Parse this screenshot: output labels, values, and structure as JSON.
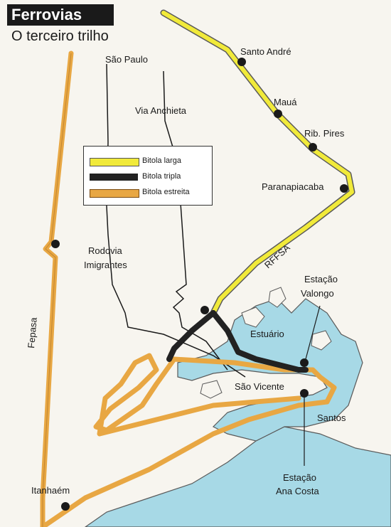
{
  "title": "Ferrovias",
  "subtitle": "O terceiro trilho",
  "legend": {
    "items": [
      {
        "label": "Bitola larga",
        "color": "#f1ea3a"
      },
      {
        "label": "Bitola tripla",
        "color": "#222222"
      },
      {
        "label": "Bitola estreita",
        "color": "#e8a743"
      }
    ]
  },
  "colors": {
    "water": "#a7d9e6",
    "land": "#f7f5ef",
    "outline": "#5a5a5a"
  },
  "places": {
    "santo_andre": "Santo André",
    "maua": "Mauá",
    "rib_pires": "Rib. Pires",
    "paranapiacaba": "Paranapiacaba",
    "sao_paulo": "São Paulo",
    "via_anchieta": "Via Anchieta",
    "rodovia_line1": "Rodovia",
    "rodovia_line2": "Imigrantes",
    "rffsa": "RFFSA",
    "fepasa": "Fepasa",
    "estacao_valongo_1": "Estação",
    "estacao_valongo_2": "Valongo",
    "estuario": "Estuário",
    "sao_vicente": "São Vicente",
    "santos": "Santos",
    "estacao_ana_1": "Estação",
    "estacao_ana_2": "Ana Costa",
    "itanhaem": "Itanhaém"
  }
}
